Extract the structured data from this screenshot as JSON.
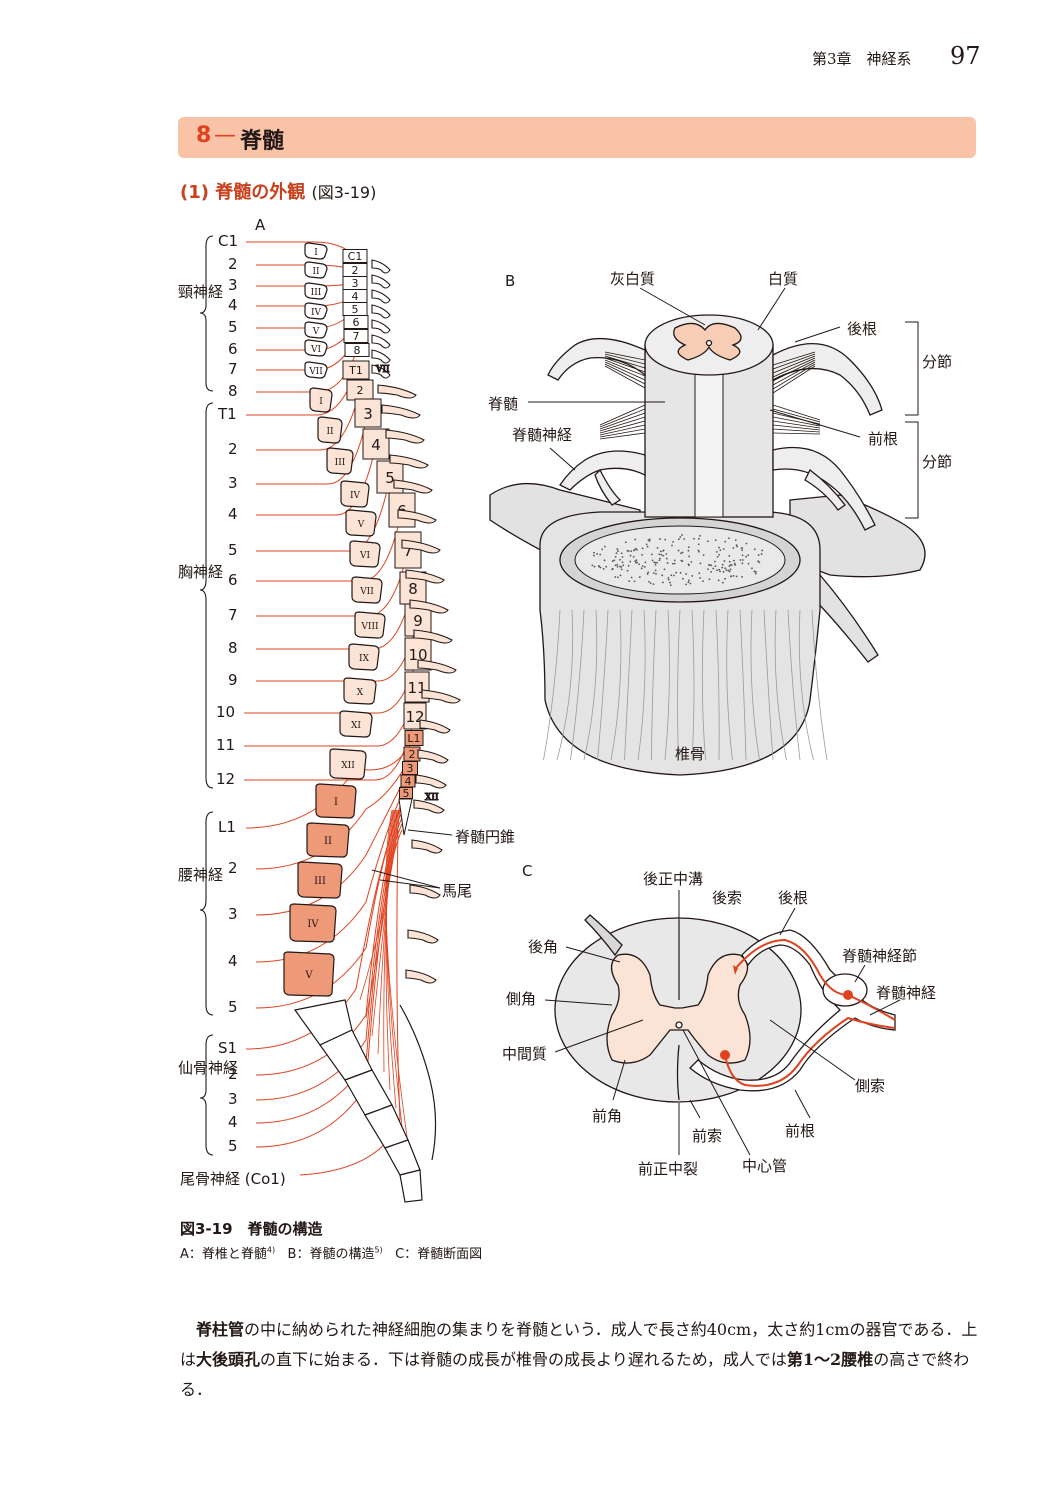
{
  "header": {
    "chapter": "第3章　神経系",
    "page_number": "97"
  },
  "section": {
    "number": "8",
    "dash": "—",
    "title": "脊髄"
  },
  "subsection": {
    "title": "(1) 脊髄の外観",
    "ref": "(図3-19)"
  },
  "figure": {
    "panel_a": {
      "letter": "A",
      "nerve_labels": [
        "C1",
        "2",
        "3",
        "4",
        "5",
        "6",
        "7",
        "8",
        "T1",
        "2",
        "3",
        "4",
        "5",
        "6",
        "7",
        "8",
        "9",
        "10",
        "11",
        "12",
        "L1",
        "2",
        "3",
        "4",
        "5",
        "S1",
        "2",
        "3",
        "4",
        "5"
      ],
      "coccygeal": "尾骨神経 (Co1)",
      "groups": [
        "頸神経",
        "胸神経",
        "腰神経",
        "仙骨神経"
      ],
      "cord_segments": [
        "C1",
        "2",
        "3",
        "4",
        "5",
        "6",
        "7",
        "8",
        "T1",
        "2",
        "3",
        "4",
        "5",
        "6",
        "7",
        "8",
        "9",
        "10",
        "11",
        "12",
        "L1",
        "2",
        "3",
        "4",
        "5"
      ],
      "cervical_vertebrae": [
        "I",
        "II",
        "III",
        "IV",
        "V",
        "VI",
        "VII"
      ],
      "thoracic_vertebrae": [
        "I",
        "II",
        "III",
        "IV",
        "V",
        "VI",
        "VII",
        "VIII",
        "IX",
        "X",
        "XI",
        "XII"
      ],
      "lumbar_vertebrae": [
        "I",
        "II",
        "III",
        "IV",
        "V"
      ],
      "annotations": {
        "conus": "脊髄円錐",
        "cauda": "馬尾"
      }
    },
    "panel_b": {
      "letter": "B",
      "labels": {
        "gray": "灰白質",
        "white": "白質",
        "posterior_root": "後根",
        "segment1": "分節",
        "segment2": "分節",
        "cord": "脊髄",
        "spinal_nerve": "脊髄神経",
        "anterior_root": "前根",
        "vertebra": "椎骨"
      }
    },
    "panel_c": {
      "letter": "C",
      "labels": {
        "posterior_median_sulcus": "後正中溝",
        "posterior_funiculus": "後索",
        "posterior_root": "後根",
        "posterior_horn": "後角",
        "ganglion": "脊髄神経節",
        "spinal_nerve": "脊髄神経",
        "lateral_horn": "側角",
        "intermediate": "中間質",
        "lateral_funiculus": "側索",
        "anterior_horn": "前角",
        "anterior_funiculus": "前索",
        "anterior_root": "前根",
        "anterior_median_fissure": "前正中裂",
        "central_canal": "中心管"
      }
    },
    "caption": {
      "title": "図3-19　脊髄の構造",
      "sub_a": "A：脊椎と脊髄",
      "sup_a": "4)",
      "sub_b": "B：脊髄の構造",
      "sup_b": "5)",
      "sub_c": "C：脊髄断面図"
    }
  },
  "body": {
    "t1": "脊柱管",
    "t2": "の中に納められた神経細胞の集まりを脊髄という．成人で長さ約40cm，太さ約1cmの器官である．上は",
    "t3": "大後頭孔",
    "t4": "の直下に始まる．下は脊髄の成長が椎骨の成長より遅れるため，成人では",
    "t5": "第1～2腰椎",
    "t6": "の高さで終わる．"
  },
  "colors": {
    "accent": "#e0421f",
    "section_bar": "#f8c3a6",
    "nerve_line": "#e0421f",
    "lumbar": "#ee9a78",
    "cord": "#fbe3d5"
  }
}
